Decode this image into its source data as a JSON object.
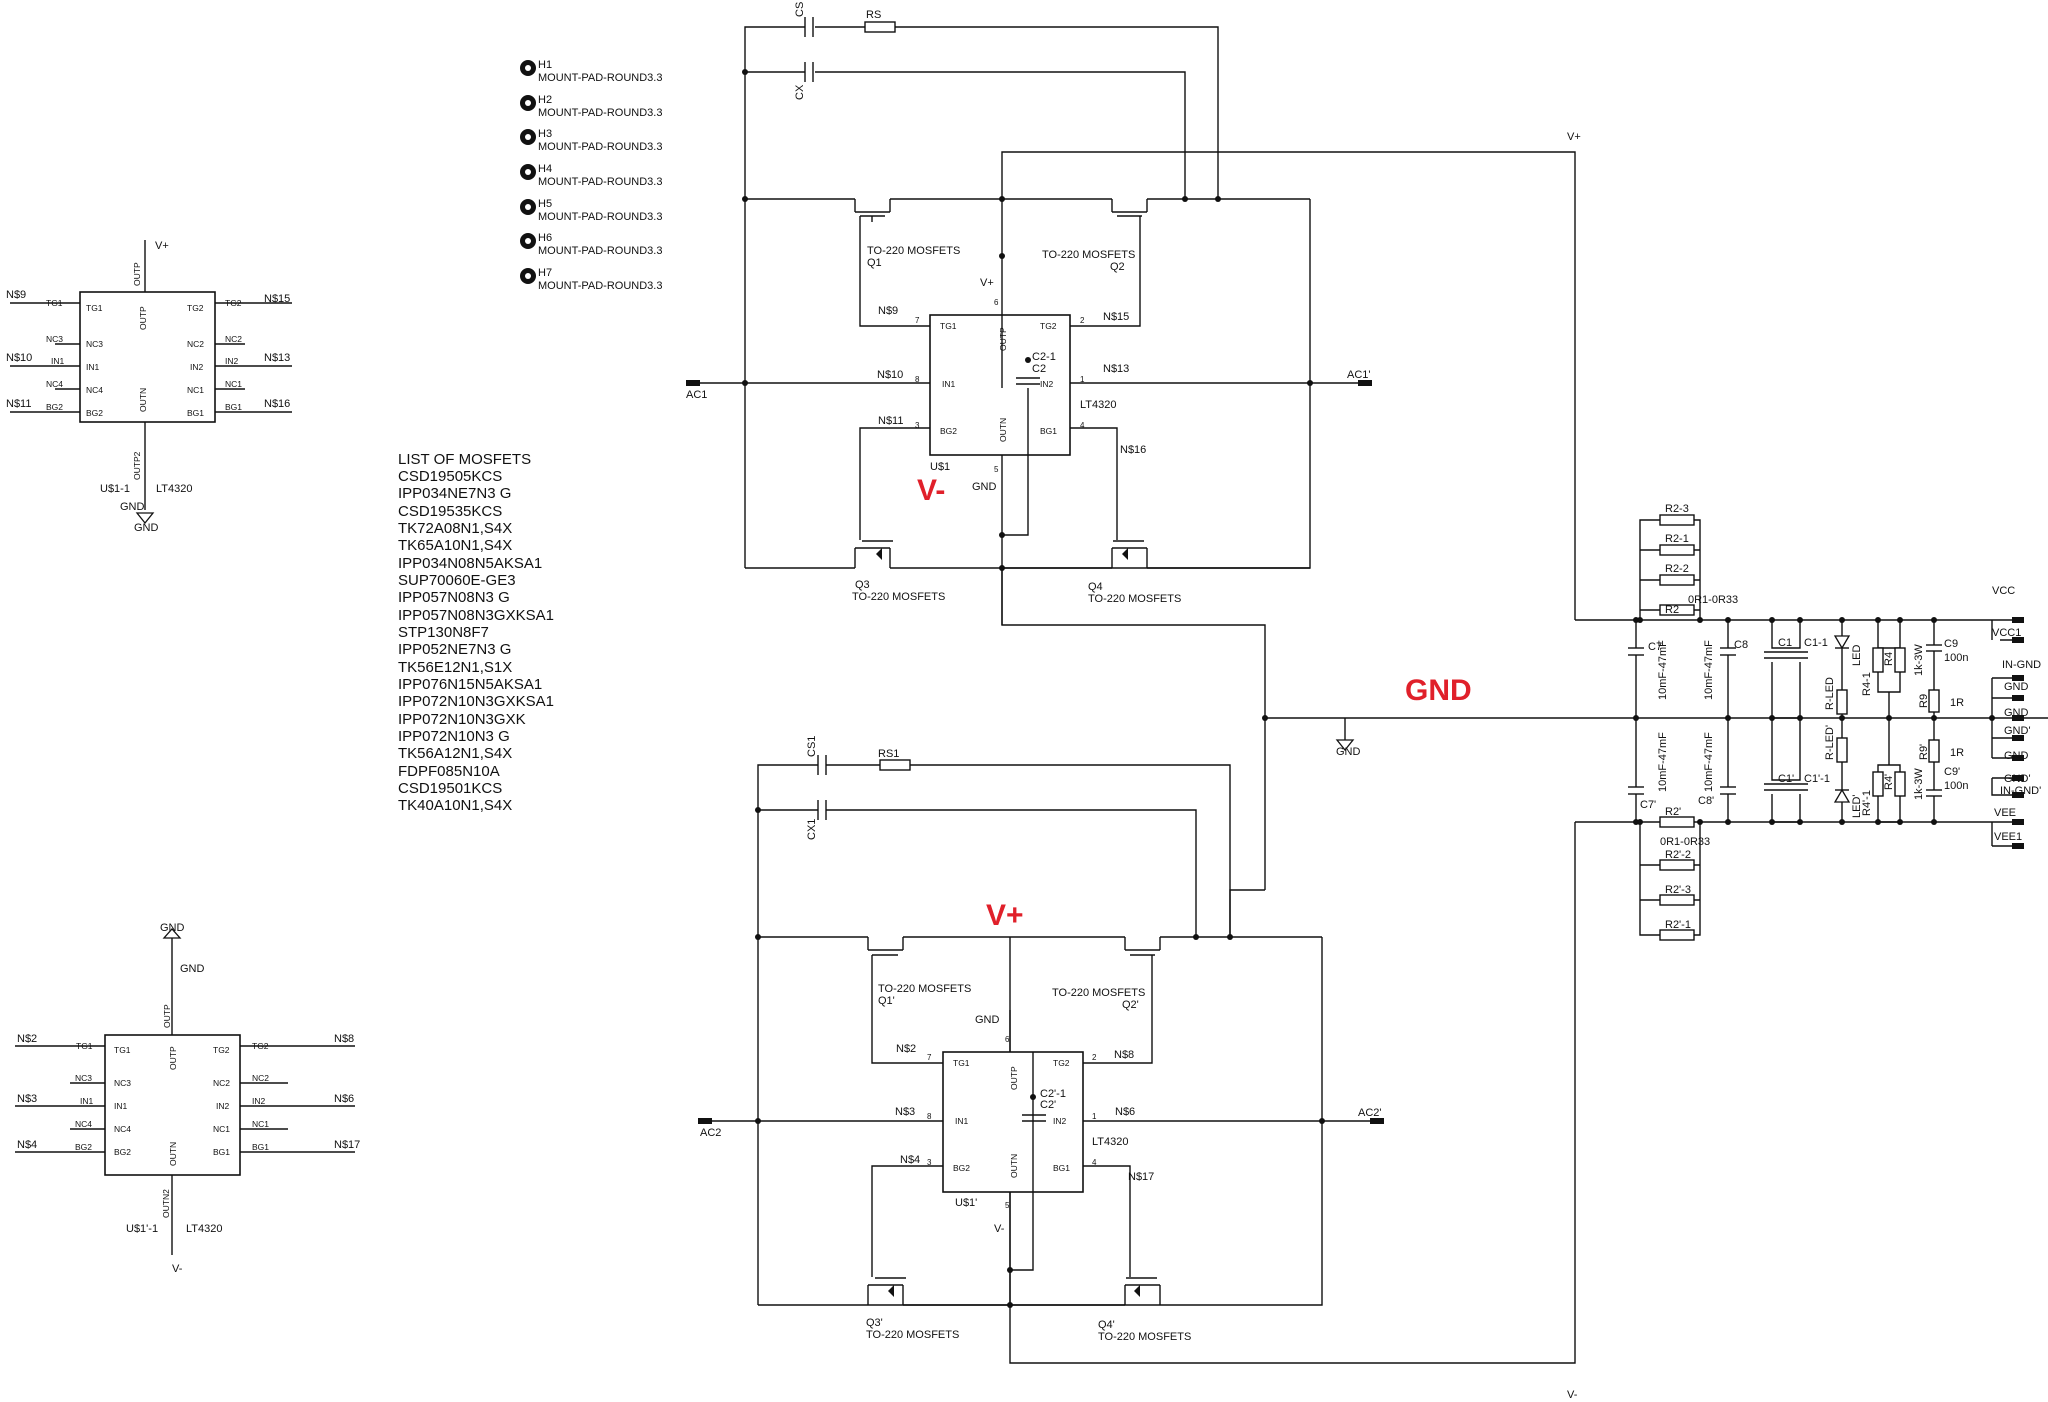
{
  "annotations": {
    "v_minus": "V-",
    "v_plus": "V+",
    "gnd": "GND"
  },
  "mosfet_list": {
    "title": "LIST OF MOSFETS",
    "items": [
      "CSD19505KCS",
      "IPP034NE7N3 G",
      "CSD19535KCS",
      "TK72A08N1,S4X",
      "TK65A10N1,S4X",
      "IPP034N08N5AKSA1",
      "SUP70060E-GE3",
      "IPP057N08N3 G",
      "IPP057N08N3GXKSA1",
      "STP130N8F7",
      "IPP052NE7N3 G",
      "TK56E12N1,S1X",
      "IPP076N15N5AKSA1",
      "IPP072N10N3GXKSA1",
      "IPP072N10N3GXK",
      "IPP072N10N3 G",
      "TK56A12N1,S4X",
      "FDPF085N10A",
      "CSD19501KCS",
      "TK40A10N1,S4X"
    ]
  },
  "mount_pads": [
    {
      "ref": "H1",
      "part": "MOUNT-PAD-ROUND3.3"
    },
    {
      "ref": "H2",
      "part": "MOUNT-PAD-ROUND3.3"
    },
    {
      "ref": "H3",
      "part": "MOUNT-PAD-ROUND3.3"
    },
    {
      "ref": "H4",
      "part": "MOUNT-PAD-ROUND3.3"
    },
    {
      "ref": "H5",
      "part": "MOUNT-PAD-ROUND3.3"
    },
    {
      "ref": "H6",
      "part": "MOUNT-PAD-ROUND3.3"
    },
    {
      "ref": "H7",
      "part": "MOUNT-PAD-ROUND3.3"
    }
  ],
  "ic_pins": {
    "TG1": "TG1",
    "TG2": "TG2",
    "NC1": "NC1",
    "NC2": "NC2",
    "NC3": "NC3",
    "NC4": "NC4",
    "IN1": "IN1",
    "IN2": "IN2",
    "BG1": "BG1",
    "BG2": "BG2",
    "OUTP": "OUTP",
    "OUTN": "OUTN",
    "OUTP2": "OUTP2",
    "OUTN2": "OUTN2"
  },
  "sym1": {
    "name": "U$1-1",
    "part": "LT4320",
    "top": "V+",
    "bottom": "GND",
    "n1": "N$9",
    "n2": "N$10",
    "n3": "N$11",
    "n4": "N$15",
    "n5": "N$13",
    "n6": "N$16"
  },
  "sym2": {
    "name": "U$1'-1",
    "part": "LT4320",
    "top": "GND",
    "bottom": "V-",
    "n1": "N$2",
    "n2": "N$3",
    "n3": "N$4",
    "n4": "N$8",
    "n5": "N$6",
    "n6": "N$17"
  },
  "bridge1": {
    "cs": "CS",
    "rs": "RS",
    "cx": "CX",
    "vplus": "V+",
    "vplus2": "V+",
    "q1_type": "TO-220 MOSFETS",
    "q1": "Q1",
    "q2_type": "TO-220 MOSFETS",
    "q2": "Q2",
    "q3": "Q3",
    "q3_type": "TO-220 MOSFETS",
    "q4": "Q4",
    "q4_type": "TO-220 MOSFETS",
    "ic_name": "U$1",
    "ic_part": "LT4320",
    "c2a": "C2-1",
    "c2b": "C2",
    "n9": "N$9",
    "n15": "N$15",
    "n10": "N$10",
    "n13": "N$13",
    "n11": "N$11",
    "n16": "N$16",
    "ac1": "AC1",
    "ac1b": "AC1'",
    "gnd": "GND",
    "p7": "7",
    "p2": "2",
    "p6": "6",
    "p8": "8",
    "p1": "1",
    "p3": "3",
    "p4": "4",
    "p5": "5"
  },
  "bridge2": {
    "cs": "CS1",
    "rs": "RS1",
    "cx": "CX1",
    "q1_type": "TO-220 MOSFETS",
    "q1": "Q1'",
    "q2_type": "TO-220 MOSFETS",
    "q2": "Q2'",
    "q3": "Q3'",
    "q3_type": "TO-220 MOSFETS",
    "q4": "Q4'",
    "q4_type": "TO-220 MOSFETS",
    "ic_name": "U$1'",
    "ic_part": "LT4320",
    "c2a": "C2'-1",
    "c2b": "C2'",
    "n2": "N$2",
    "n8": "N$8",
    "n3": "N$3",
    "n6": "N$6",
    "n4": "N$4",
    "n17": "N$17",
    "ac2": "AC2",
    "ac2b": "AC2'",
    "gnd": "GND",
    "vminus": "V-",
    "vminus2": "V-",
    "p7": "7",
    "p2": "2",
    "p6": "6",
    "p8": "8",
    "p1": "1",
    "p3": "3",
    "p4": "4",
    "p5": "5"
  },
  "power": {
    "gnd_sym": "GND",
    "r2_3": "R2-3",
    "r2_1": "R2-1",
    "r2_2": "R2-2",
    "r2": "R2",
    "r2_val": "0R1-0R33",
    "r2p": "R2'",
    "r2p_val": "0R1-0R33",
    "r2p_2": "R2'-2",
    "r2p_3": "R2'-3",
    "r2p_1": "R2'-1",
    "c7": "C7",
    "c7p": "C7'",
    "c8": "C8",
    "c8p": "C8'",
    "cap_val": "10mF-47mF",
    "c1": "C1",
    "c1_1": "C1-1",
    "c1p": "C1'",
    "c1p_1": "C1'-1",
    "led": "LED",
    "ledp": "LED'",
    "rled": "R-LED",
    "rledp": "R-LED'",
    "r4_1": "R4-1",
    "r4": "R4",
    "r4p_1": "R4'-1",
    "r4p": "R4'",
    "r4_val": "1k-3W",
    "c9": "C9",
    "c9_val": "100n",
    "c9p": "C9'",
    "c9p_val": "100n",
    "r9": "R9",
    "r9_val": "1R",
    "r9p": "R9'",
    "r9p_val": "1R",
    "vcc": "VCC",
    "vcc1": "VCC1",
    "in_gnd": "IN-GND",
    "gnd_a": "GND",
    "gnd_b": "GND",
    "gnd_c": "GND'",
    "gnd_d": "GND",
    "gnd_e": "GND'",
    "in_gndp": "IN-GND'",
    "vee": "VEE",
    "vee1": "VEE1"
  }
}
